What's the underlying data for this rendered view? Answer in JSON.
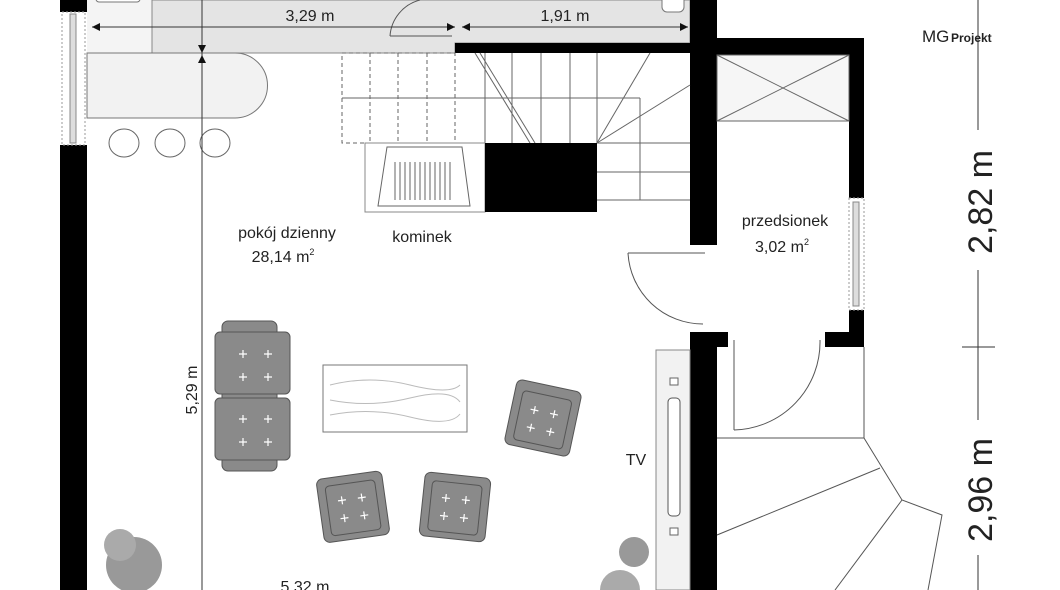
{
  "logo": {
    "mg": "MG",
    "projekt": "Projekt"
  },
  "rooms": [
    {
      "name": "pokój dzienny",
      "area": "28,14 m",
      "sup": "2"
    },
    {
      "name": "przedsionek",
      "area": "3,02 m",
      "sup": "2"
    }
  ],
  "labels": {
    "fireplace": "kominek",
    "tv": "TV"
  },
  "dimensions": {
    "top_left": "3,29 m",
    "top_right": "1,91 m",
    "left_vertical": "5,29 m",
    "bottom": "5,32 m",
    "right_upper": "2,82 m",
    "right_lower": "2,96 m"
  },
  "colors": {
    "wall": "#000000",
    "counter": "#e4e4e4",
    "furniture": "#8a8a8a"
  }
}
